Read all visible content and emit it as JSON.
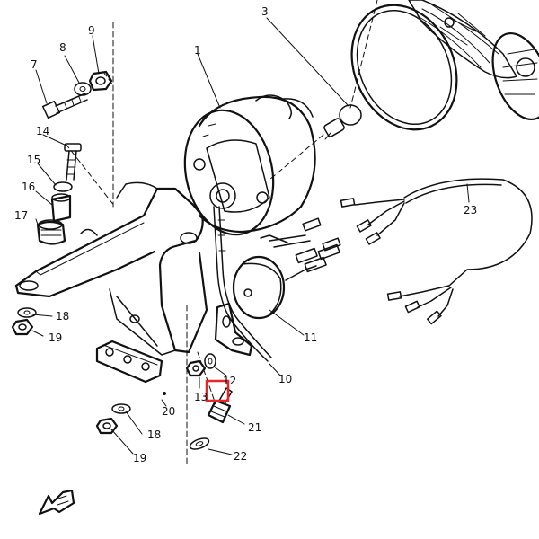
{
  "diagram": {
    "callouts": [
      "1",
      "3",
      "7",
      "8",
      "9",
      "10",
      "11",
      "12",
      "13",
      "14",
      "15",
      "16",
      "17",
      "18",
      "18",
      "19",
      "19",
      "20",
      "21",
      "22",
      "23"
    ],
    "highlight_color": "#e8262a",
    "ink_color": "#111111",
    "icons": [
      "front-direction-arrow-icon"
    ]
  }
}
